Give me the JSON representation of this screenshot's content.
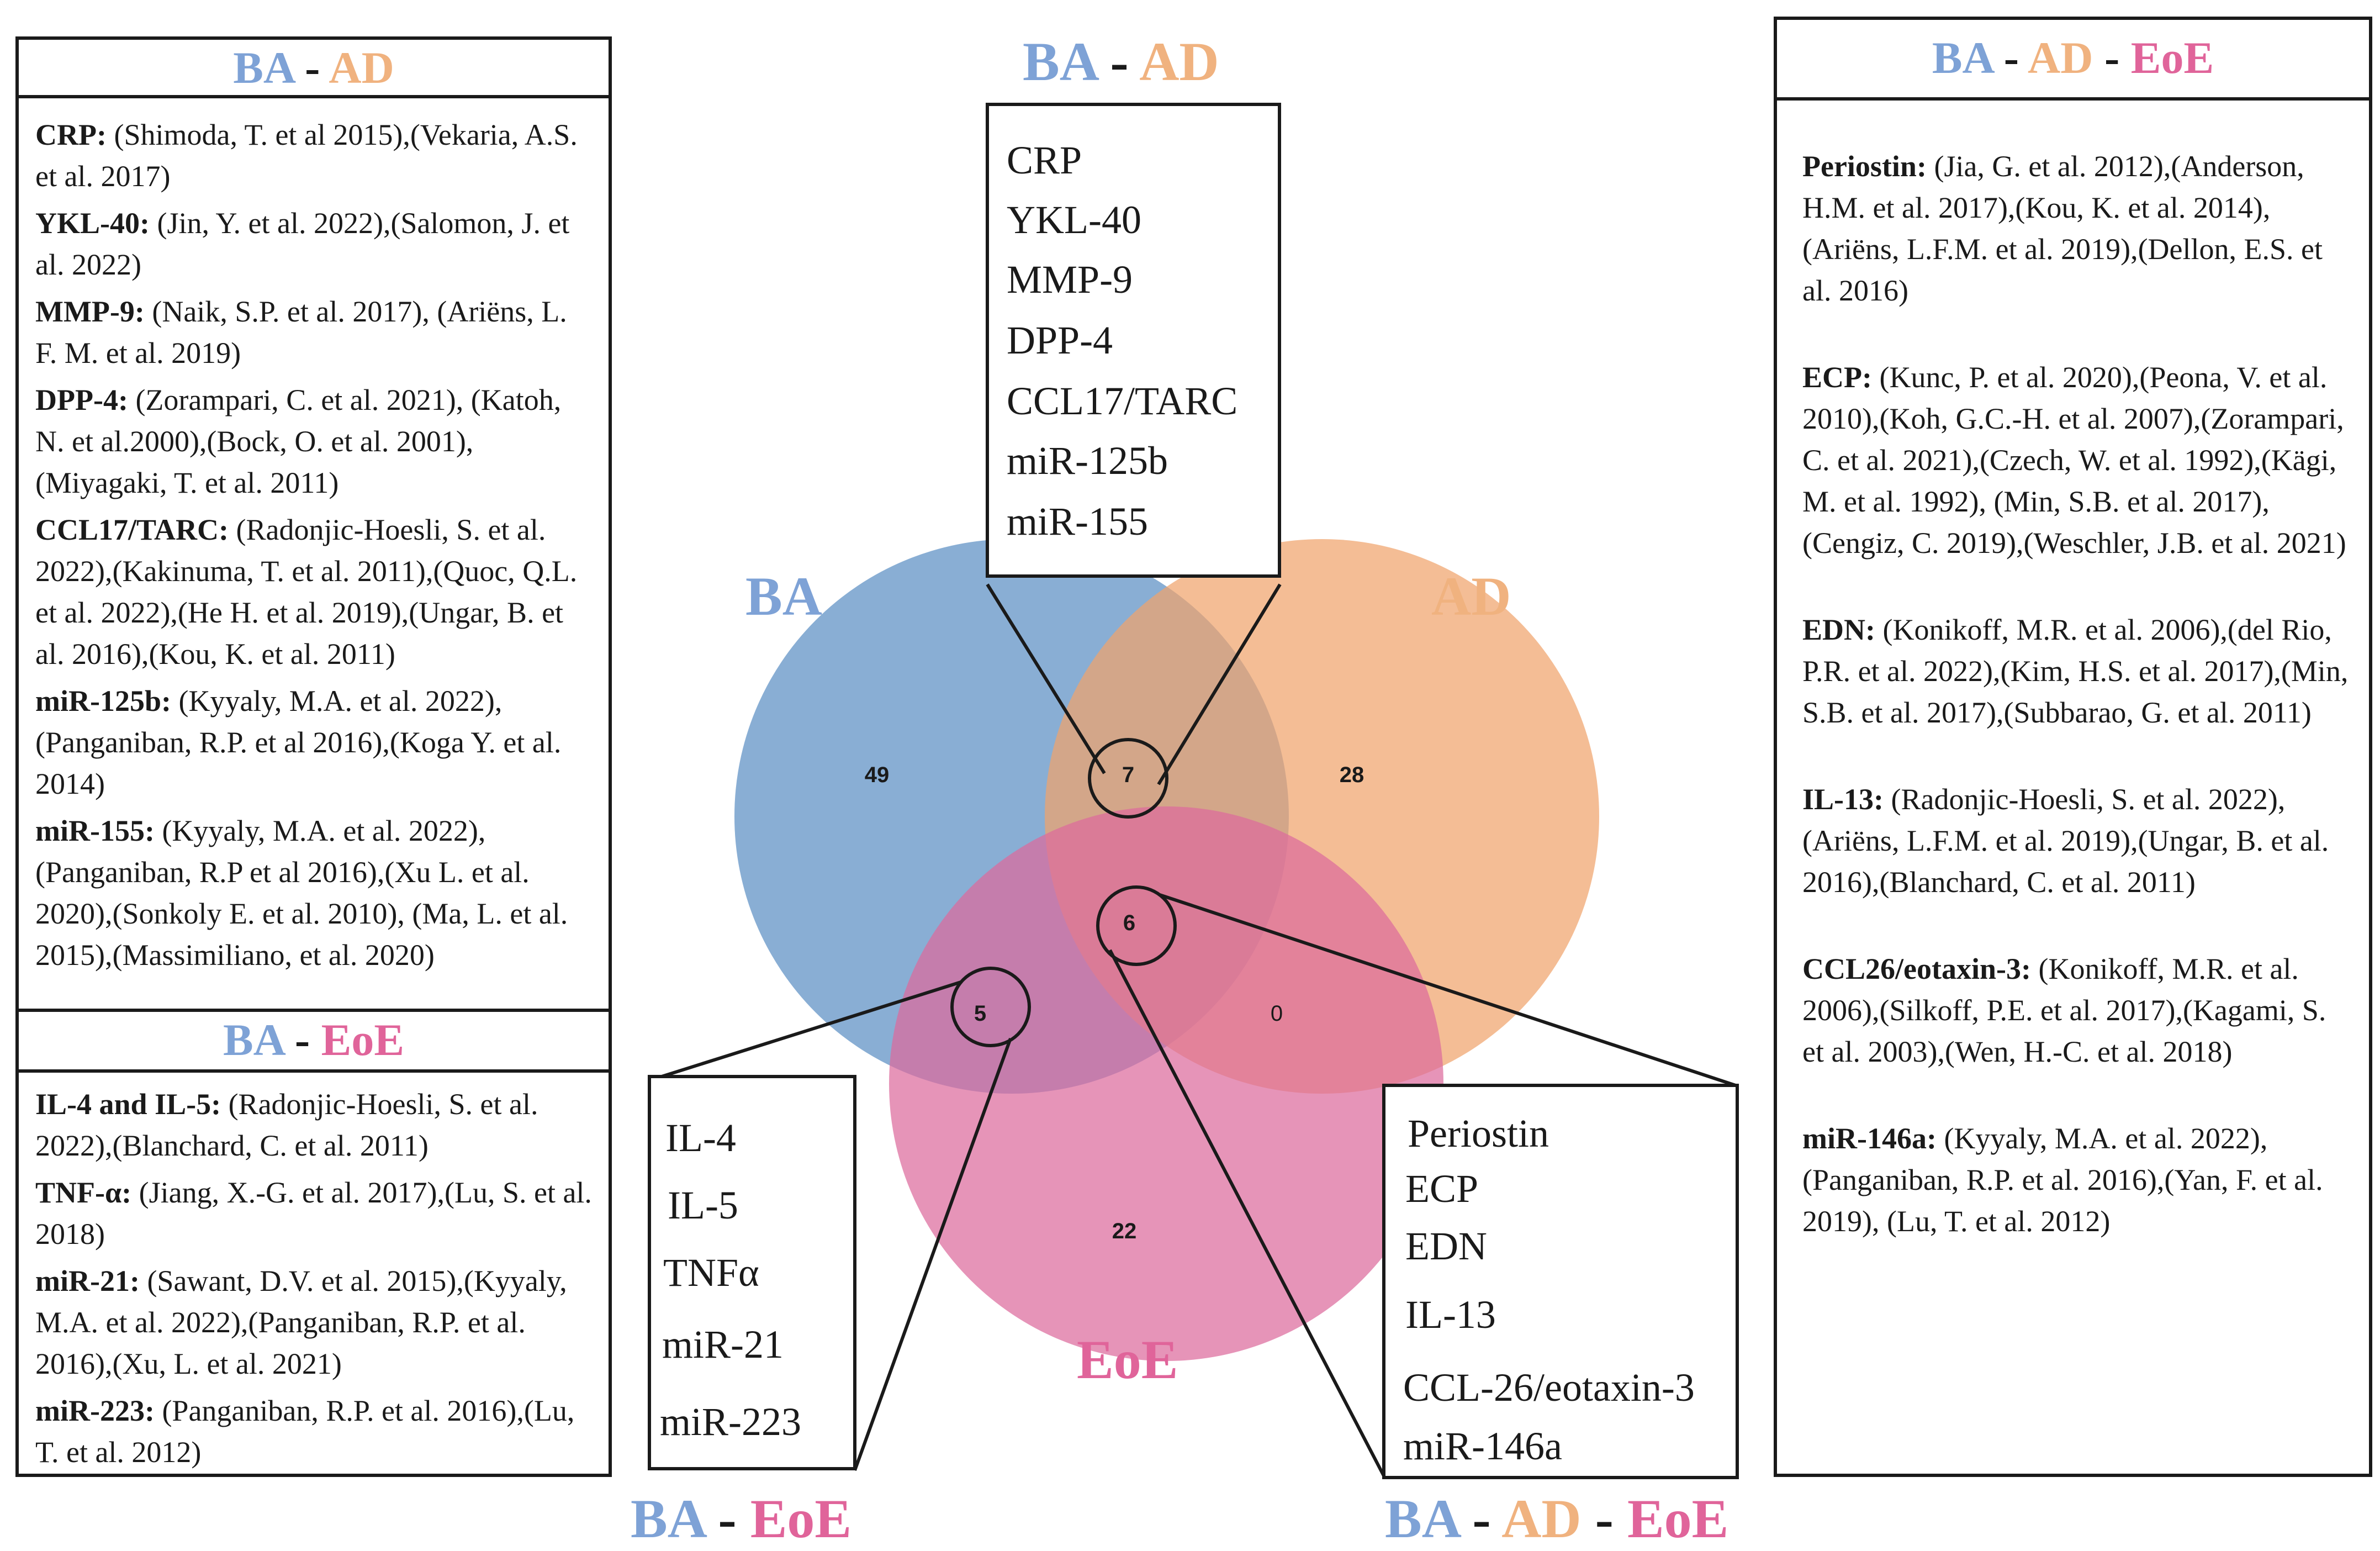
{
  "left_panel": {
    "title_ba_ad": {
      "ba": "BA",
      "dash": "-",
      "ad": "AD"
    },
    "ba_ad_refs": [
      {
        "key": "CRP:",
        "text": " (Shimoda, T. et al 2015),(Vekaria, A.S. et al. 2017)"
      },
      {
        "key": "YKL-40:",
        "text": " (Jin, Y. et al. 2022),(Salomon, J. et al. 2022)"
      },
      {
        "key": "MMP-9:",
        "text": " (Naik, S.P. et al. 2017), (Ariëns, L. F. M. et al. 2019)"
      },
      {
        "key": "DPP-4:",
        "text": " (Zorampari, C. et al. 2021), (Katoh, N. et al.2000),(Bock, O. et al. 2001),(Miyagaki, T. et al. 2011)"
      },
      {
        "key": "CCL17/TARC:",
        "text": " (Radonjic-Hoesli, S. et al. 2022),(Kakinuma, T. et al. 2011),(Quoc, Q.L. et al. 2022),(He H. et al. 2019),(Ungar, B. et al. 2016),(Kou, K. et al. 2011)"
      },
      {
        "key": "miR-125b:",
        "text": " (Kyyaly, M.A. et al. 2022),(Panganiban, R.P. et al 2016),(Koga Y. et al. 2014)"
      },
      {
        "key": "miR-155:",
        "text": " (Kyyaly, M.A. et al. 2022),(Panganiban, R.P et al 2016),(Xu L. et al. 2020),(Sonkoly E. et al. 2010), (Ma, L. et al. 2015),(Massimiliano, et al. 2020)"
      }
    ],
    "title_ba_eoe": {
      "ba": "BA",
      "dash": "-",
      "eoe": "EoE"
    },
    "ba_eoe_refs": [
      {
        "key": "IL-4 and IL-5:",
        "text": " (Radonjic-Hoesli, S. et al. 2022),(Blanchard, C. et al. 2011)"
      },
      {
        "key": "TNF-α:",
        "text": " (Jiang, X.-G. et al. 2017),(Lu, S. et al. 2018)"
      },
      {
        "key": "miR-21:",
        "text": " (Sawant, D.V. et al. 2015),(Kyyaly, M.A. et al. 2022),(Panganiban, R.P. et al. 2016),(Xu, L. et al. 2021)"
      },
      {
        "key": "miR-223:",
        "text": " (Panganiban, R.P. et al. 2016),(Lu, T. et al. 2012)"
      }
    ]
  },
  "right_panel": {
    "title": {
      "ba": "BA",
      "dash1": "-",
      "ad": "AD",
      "dash2": "-",
      "eoe": "EoE"
    },
    "refs": [
      {
        "key": "Periostin:",
        "text": " (Jia, G. et al. 2012),(Anderson, H.M. et al. 2017),(Kou, K. et al. 2014),(Ariëns, L.F.M. et al. 2019),(Dellon, E.S. et al. 2016)"
      },
      {
        "key": "ECP:",
        "text": " (Kunc, P. et al. 2020),(Peona, V. et al. 2010),(Koh, G.C.-H. et al. 2007),(Zorampari, C. et al. 2021),(Czech, W. et al. 1992),(Kägi, M. et al. 1992), (Min, S.B. et al. 2017),(Cengiz, C. 2019),(Weschler, J.B. et al. 2021)"
      },
      {
        "key": "EDN:",
        "text": " (Konikoff, M.R. et al. 2006),(del Rio, P.R. et al. 2022),(Kim, H.S. et al. 2017),(Min, S.B. et al. 2017),(Subbarao, G. et al. 2011)"
      },
      {
        "key": "IL-13:",
        "text": " (Radonjic-Hoesli, S. et al. 2022),(Ariëns, L.F.M. et al. 2019),(Ungar, B. et al. 2016),(Blanchard, C. et al. 2011)"
      },
      {
        "key": "CCL26/eotaxin-3:",
        "text": " (Konikoff, M.R. et al. 2006),(Silkoff, P.E. et al. 2017),(Kagami, S. et al. 2003),(Wen, H.-C. et al. 2018)"
      },
      {
        "key": "miR-146a:",
        "text": " (Kyyaly, M.A. et al. 2022),(Panganiban, R.P. et al. 2016),(Yan, F. et al. 2019), (Lu, T. et al. 2012)"
      }
    ]
  },
  "venn": {
    "sets": {
      "ba": "BA",
      "ad": "AD",
      "eoe": "EoE"
    },
    "counts": {
      "ba_only": "49",
      "ad_only": "28",
      "eoe_only": "22",
      "ba_ad": "7",
      "ba_eoe": "5",
      "ad_eoe": "0",
      "all": "6"
    },
    "colors": {
      "ba": "#6f9ccb",
      "ad": "#f0a46c",
      "eoe": "#dd6b9d"
    }
  },
  "callouts": {
    "top_title": {
      "ba": "BA",
      "dash": "-",
      "ad": "AD"
    },
    "top_box": [
      "CRP",
      "YKL-40",
      "MMP-9",
      "DPP-4",
      "CCL17/TARC",
      "miR-125b",
      "miR-155"
    ],
    "bl_box": [
      "IL-4",
      "IL-5",
      "TNFα",
      "miR-21",
      "miR-223"
    ],
    "bl_title": {
      "ba": "BA",
      "dash": "-",
      "eoe": "EoE"
    },
    "br_box": [
      "Periostin",
      "ECP",
      "EDN",
      "IL-13",
      "CCL-26/eotaxin-3",
      "miR-146a"
    ],
    "br_title": {
      "ba": "BA",
      "dash1": "-",
      "ad": "AD",
      "dash2": "-",
      "eoe": "EoE"
    }
  }
}
